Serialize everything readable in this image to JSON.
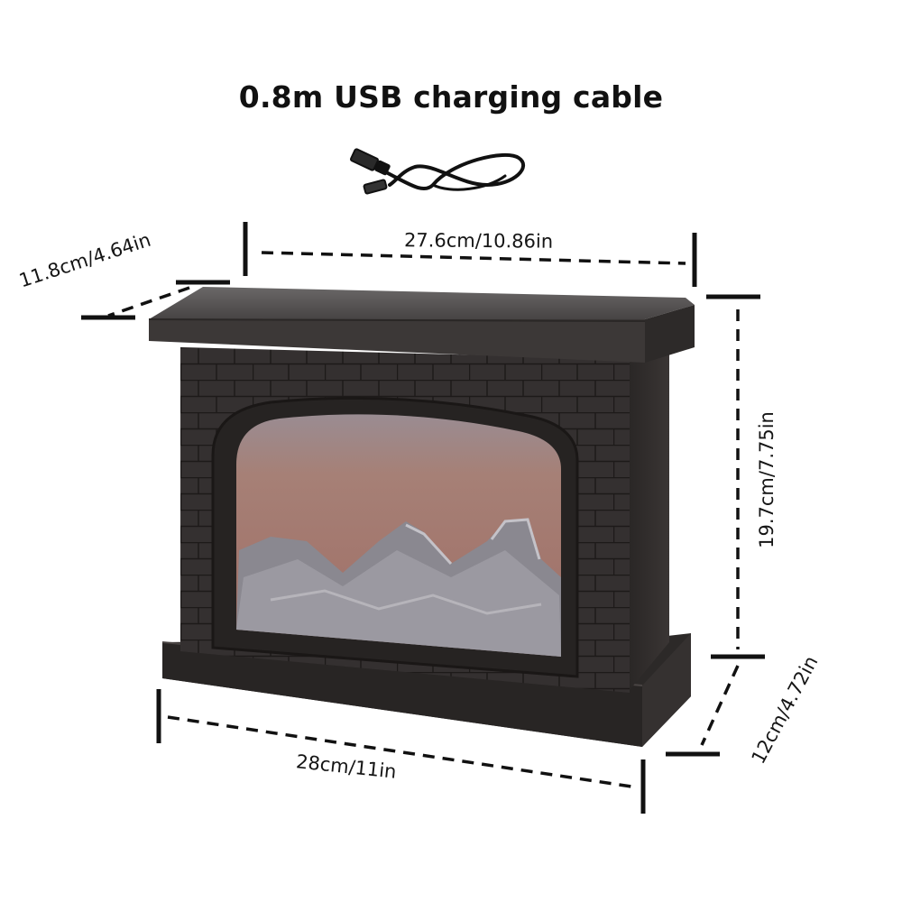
{
  "header": {
    "title": "0.8m USB charging cable"
  },
  "accessory": {
    "name": "USB charging cable",
    "icon": "usb-cable-icon"
  },
  "product": {
    "name": "brick fireplace lantern",
    "colors": {
      "body": "#2f2b2a",
      "mantel_top": "#5a5756",
      "flame_window": "#a27b74",
      "logs": "#8c8a92",
      "dimension_line": "#111111"
    }
  },
  "dimensions": {
    "top_width": "27.6cm/10.86in",
    "top_depth": "11.8cm/4.64in",
    "height": "19.7cm/7.75in",
    "base_width": "28cm/11in",
    "base_depth": "12cm/4.72in"
  }
}
